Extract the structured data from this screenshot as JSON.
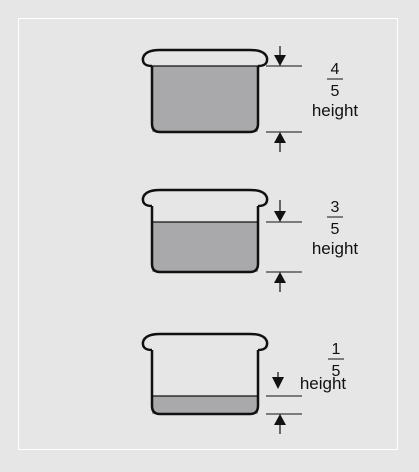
{
  "colors": {
    "background": "#e6e6e7",
    "frame": "#ffffff",
    "fill": "#a9a9ab",
    "ink": "#111111"
  },
  "levels": [
    {
      "numerator": "4",
      "denominator": "5",
      "unit": "height",
      "fill_fraction": 0.8
    },
    {
      "numerator": "3",
      "denominator": "5",
      "unit": "height",
      "fill_fraction": 0.6
    },
    {
      "numerator": "1",
      "denominator": "5",
      "unit": "height",
      "fill_fraction": 0.2
    }
  ]
}
